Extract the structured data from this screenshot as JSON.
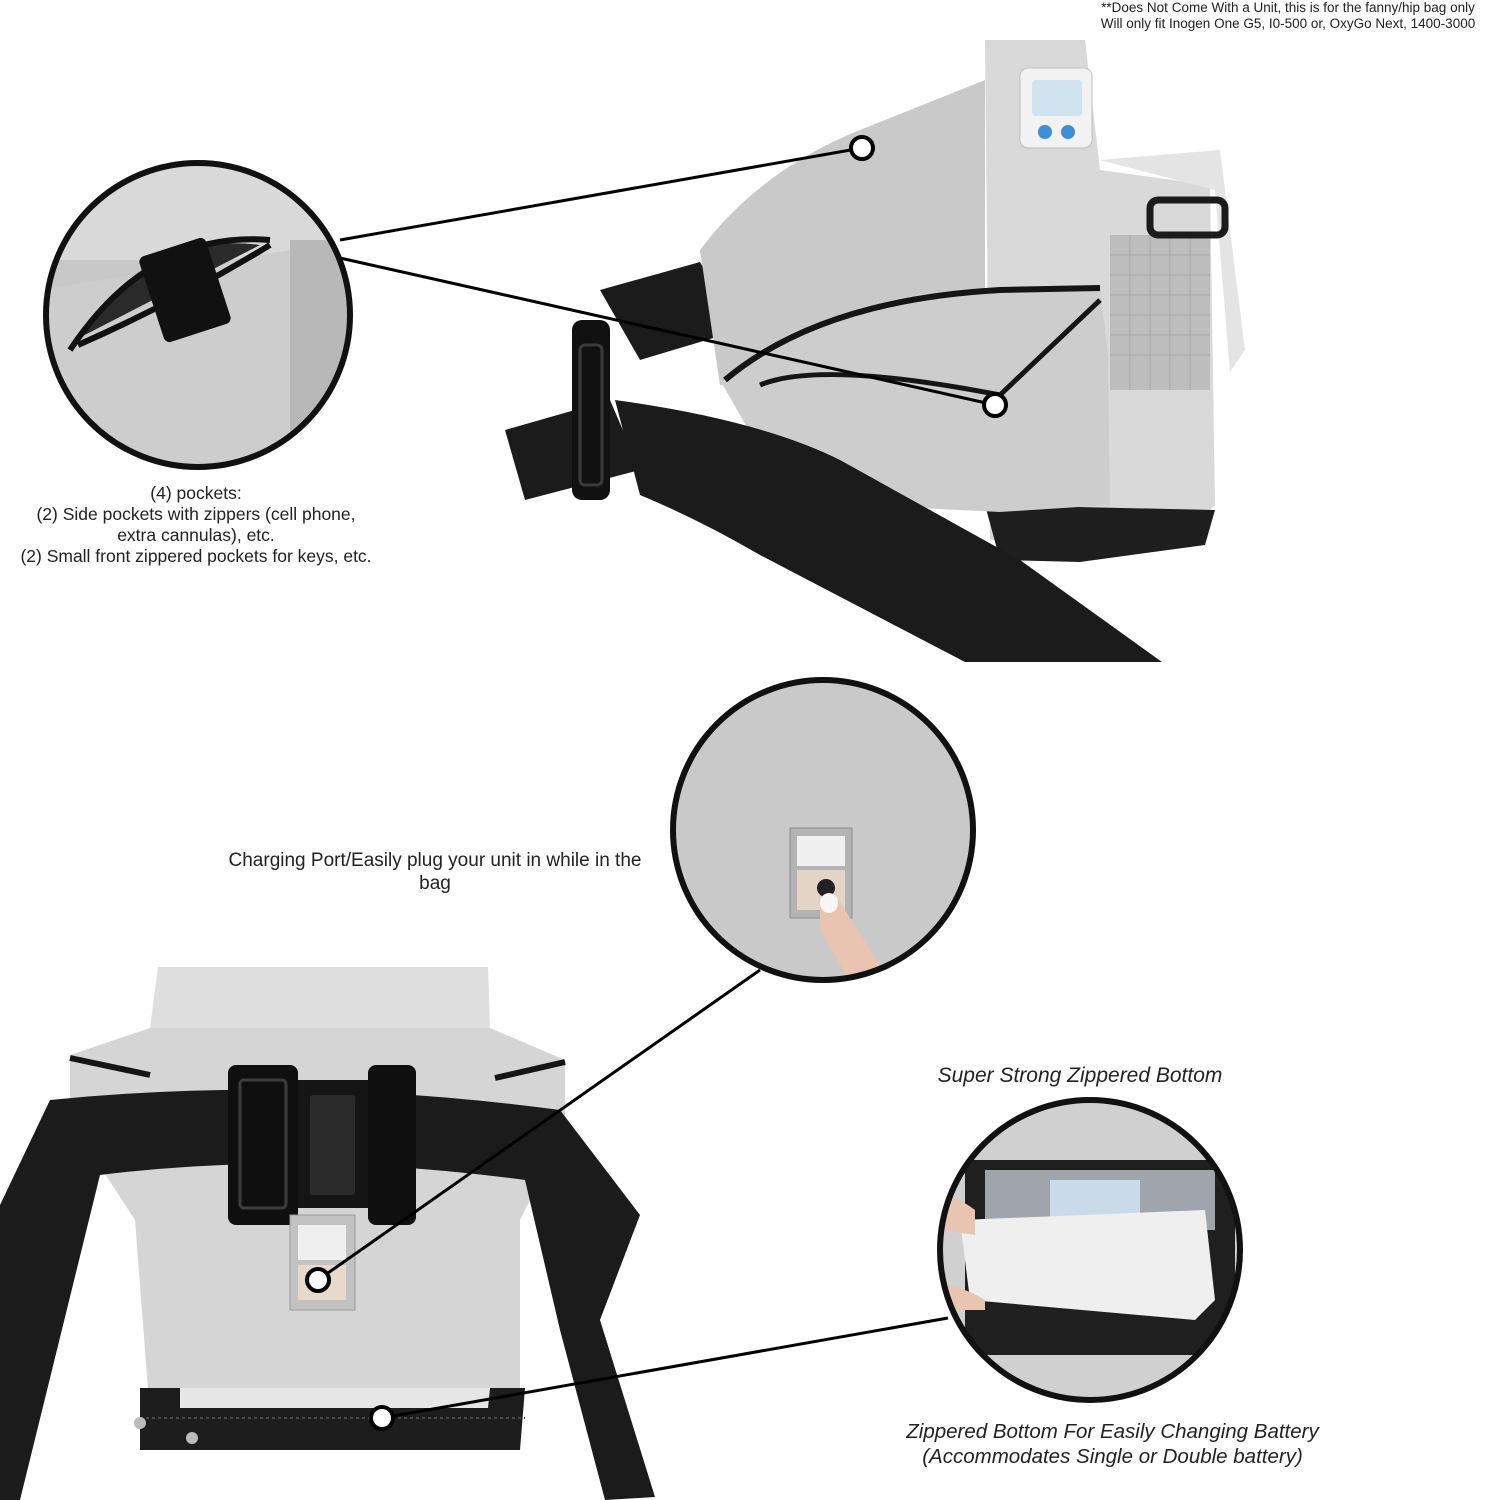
{
  "annotations": {
    "disclaimer": "**Does Not Come With a Unit, this is for the fanny/hip bag only\nWill only fit Inogen One G5, I0-500 or, OxyGo Next, 1400-3000",
    "pockets": "(4) pockets:\n(2) Side pockets with zippers (cell phone, extra cannulas), etc.\n(2) Small front zippered pockets for keys, etc.",
    "charging_port": "Charging Port/Easily plug your unit in while in the bag",
    "zippered_bottom_title": "Super Strong Zippered Bottom",
    "battery_note": "Zippered Bottom For Easily Changing Battery\n(Accommodates Single or Double battery)"
  },
  "colors": {
    "bag_gray": "#d7d7d7",
    "strap_black": "#1b1b1b",
    "callout_border": "#111111",
    "device_panel": "#cfe4ee",
    "device_button": "#3a8fd6"
  }
}
